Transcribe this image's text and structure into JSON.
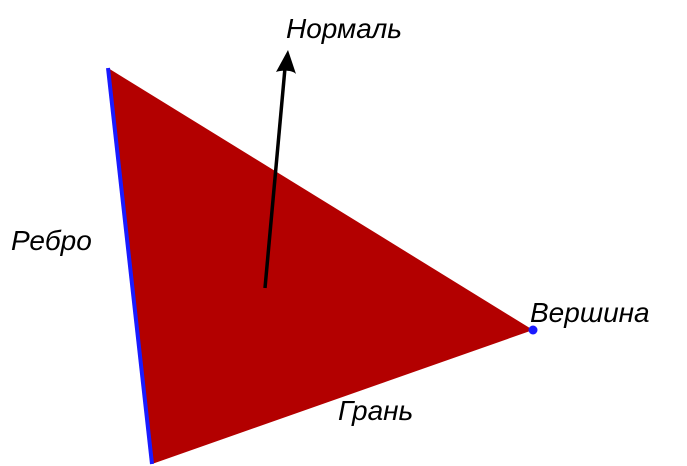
{
  "labels": {
    "normal": "Нормаль",
    "edge": "Ребро",
    "vertex": "Вершина",
    "face": "Грань"
  },
  "colors": {
    "background": "#ffffff",
    "face": "#b30000",
    "edge": "#1a1aff",
    "vertex": "#1a1aff",
    "normal": "#000000",
    "text": "#000000"
  }
}
